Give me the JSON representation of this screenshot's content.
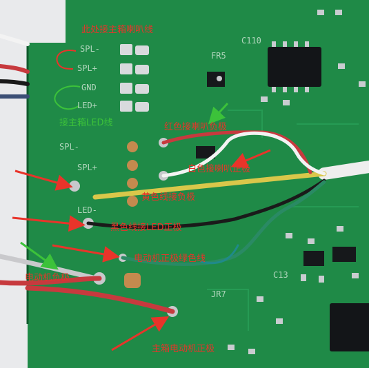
{
  "labels": {
    "speaker_line": "此处接主箱喇叭线",
    "main_led_line": "接主箱LED线",
    "red_to_speaker_neg": "红色接喇叭负极",
    "white_to_speaker_pos": "白色接喇叭正极",
    "yellow_to_neg": "黄色线接负极",
    "black_to_led_pos": "黑色线接LED正极",
    "motor_pos_green": "电动机正极绿色线",
    "motor_neg": "电动机负极",
    "main_motor_pos": "主箱电动机正极"
  },
  "silkscreen": {
    "spl_minus_top": "SPL-",
    "spl_plus_top": "SPL+",
    "gnd": "GND",
    "led_plus_top": "LED+",
    "spl_minus_mid": "SPL-",
    "spl_plus_mid": "SPL+",
    "led_minus_mid": "LED-",
    "fr5": "FR5",
    "c110": "C110",
    "c13": "C13",
    "jr7": "JR7"
  },
  "colors": {
    "pcb": "#1f8a47",
    "annotation_red": "#e8342a",
    "annotation_green": "#3cc23a",
    "wire_yellow": "#d9c74a",
    "wire_red": "#c73a3e",
    "wire_white": "#f3f3f3",
    "wire_black": "#1a1a1a",
    "wire_green": "#2a8a64"
  }
}
